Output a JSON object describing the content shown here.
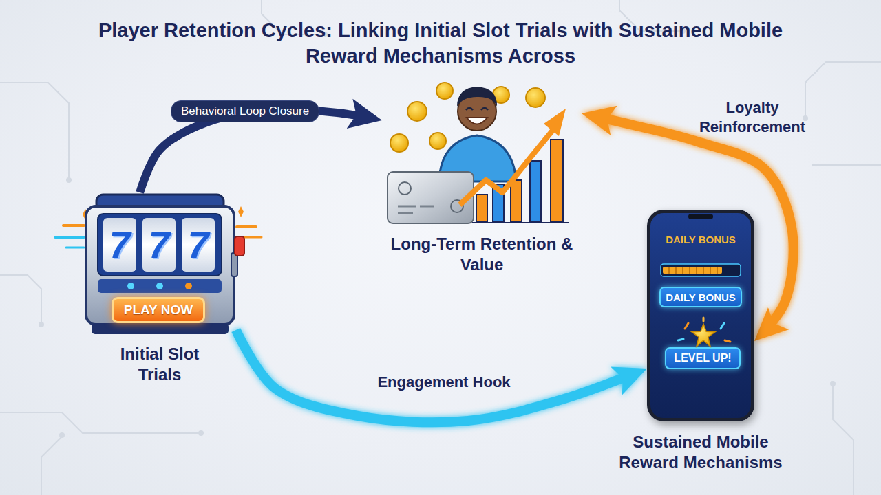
{
  "diagram": {
    "title": "Player Retention Cycles: Linking Initial Slot Trials with Sustained Mobile Reward Mechanisms Across",
    "nodes": [
      {
        "text": [
          "Initial Slot Trials"
        ]
      },
      {
        "text": [
          "PLAY NOW"
        ],
        "in": 0
      },
      {
        "text": [
          "Long-Term Retention & Value"
        ]
      },
      {
        "text": [
          "DAILY BONUS",
          "Sustained Mobile Reward Mechanisms"
        ]
      },
      {
        "text": [
          "DAILY BONUS"
        ],
        "in": 3
      },
      {
        "text": [
          "LEVEL UP!"
        ],
        "in": 3
      }
    ],
    "edges": [
      {
        "from": 0,
        "to": 2,
        "label": "Behavioral Loop Closure",
        "arrow": "to"
      },
      {
        "from": 0,
        "to": 3,
        "label": "Engagement Hook",
        "arrow": "to"
      },
      {
        "from": 3,
        "to": 2,
        "label": "Loyalty Reinforcement",
        "arrow": "both"
      }
    ],
    "labels": [
      "7",
      "7",
      "7"
    ]
  }
}
